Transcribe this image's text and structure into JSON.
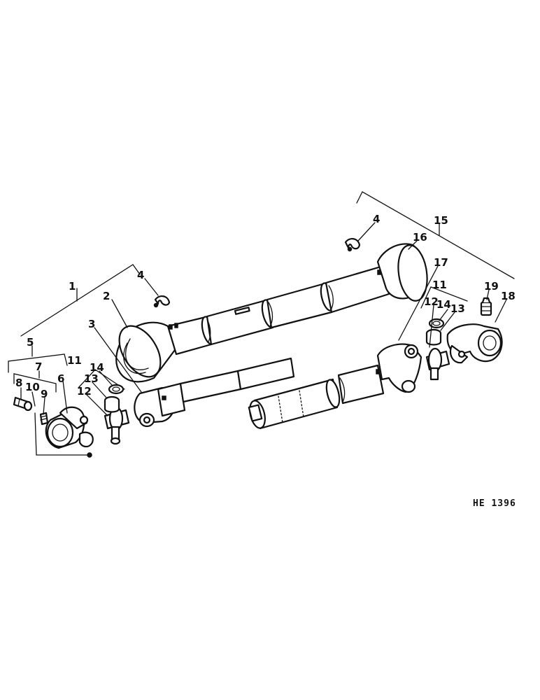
{
  "callouts": {
    "c1": "1",
    "c2": "2",
    "c3": "3",
    "c4a": "4",
    "c4b": "4",
    "c5": "5",
    "c6": "6",
    "c7": "7",
    "c8": "8",
    "c9": "9",
    "c10": "10",
    "c11a": "11",
    "c11b": "11",
    "c12a": "12",
    "c12b": "12",
    "c13a": "13",
    "c13b": "13",
    "c14a": "14",
    "c14b": "14",
    "c15": "15",
    "c16": "16",
    "c17": "17",
    "c18": "18",
    "c19": "19"
  },
  "figure_code": "HE 1396"
}
